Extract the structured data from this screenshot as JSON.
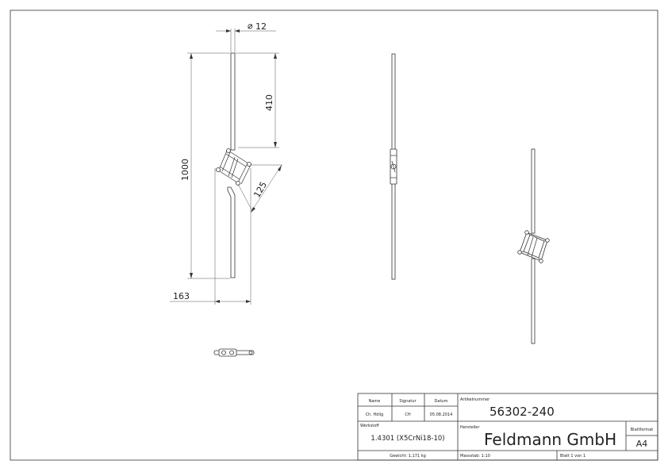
{
  "drawing": {
    "dimensions": {
      "diameter": "12",
      "upper_length": "410",
      "total_length": "1000",
      "diagonal": "125",
      "offset": "163"
    }
  },
  "title_block": {
    "name_header": "Name",
    "signature_header": "Signatur",
    "date_header": "Datum",
    "name_value": "Ch. Hölig",
    "signature_value": "CH",
    "date_value": "05.08.2014",
    "article_label": "Artikelnummer",
    "article_value": "56302-240",
    "material_label": "Werkstoff",
    "material_value": "1.4301 (X5CrNi18-10)",
    "manufacturer_label": "Hersteller",
    "manufacturer_value": "Feldmann GmbH",
    "format_label": "Blattformat",
    "format_value": "A4",
    "weight": "Gewicht: 1,171 kg",
    "scale": "Massstab: 1:10",
    "sheet": "Blatt 1 von 1"
  }
}
